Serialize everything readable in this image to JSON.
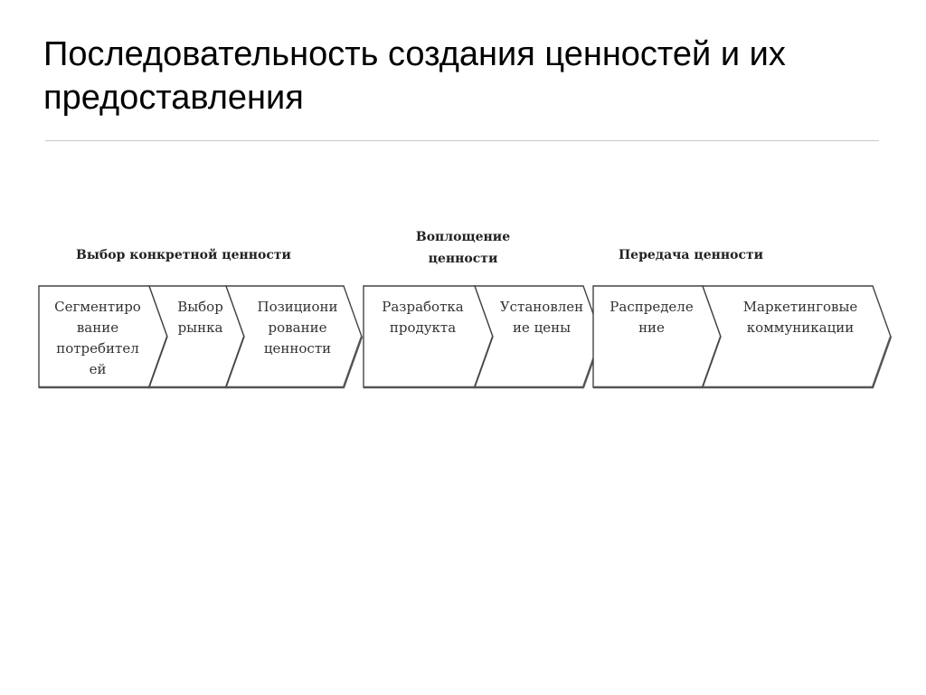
{
  "slide": {
    "title": "Последовательность создания ценностей и их предоставления"
  },
  "groups": [
    {
      "label_lines": [
        "Выбор конкретной ценности"
      ],
      "steps": [
        {
          "lines": [
            "Сегментиро",
            "вание",
            "потребител",
            "ей"
          ]
        },
        {
          "lines": [
            "Выбор",
            "рынка"
          ]
        },
        {
          "lines": [
            "Позициони",
            "рование",
            "ценности"
          ]
        }
      ]
    },
    {
      "label_lines": [
        "Воплощение",
        "ценности"
      ],
      "steps": [
        {
          "lines": [
            "Разработка",
            "продукта"
          ]
        },
        {
          "lines": [
            "Установлен",
            "ие цены"
          ]
        }
      ]
    },
    {
      "label_lines": [
        "Передача ценности"
      ],
      "steps": [
        {
          "lines": [
            "Распределе",
            "ние"
          ]
        },
        {
          "lines": [
            "Маркетинговые",
            "коммуникации"
          ]
        }
      ]
    }
  ]
}
